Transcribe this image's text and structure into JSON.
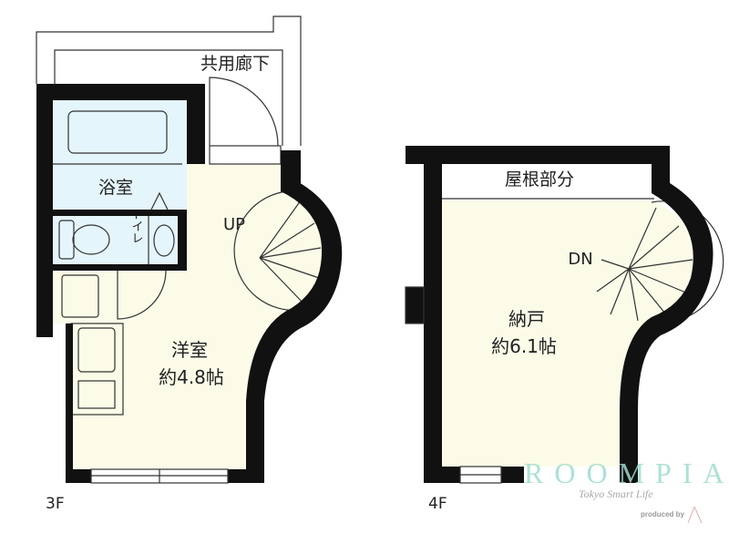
{
  "floor_3f": {
    "floor_label": "3F",
    "corridor": "共用廊下",
    "bath": "浴室",
    "toilet": "トイレ",
    "room_name": "洋室",
    "room_size": "約4.8帖",
    "stairs": "UP"
  },
  "floor_4f": {
    "floor_label": "4F",
    "roof": "屋根部分",
    "room_name": "納戸",
    "room_size": "約6.1帖",
    "stairs": "DN"
  },
  "watermark": {
    "brand": "ROOMPIA",
    "tagline": "Tokyo Smart Life",
    "produced_by": "produced by"
  },
  "colors": {
    "room_fill": "#fbfbe8",
    "bath_fill": "#e4f5fb",
    "wall": "#111111",
    "brand": "#9fdcd0"
  }
}
